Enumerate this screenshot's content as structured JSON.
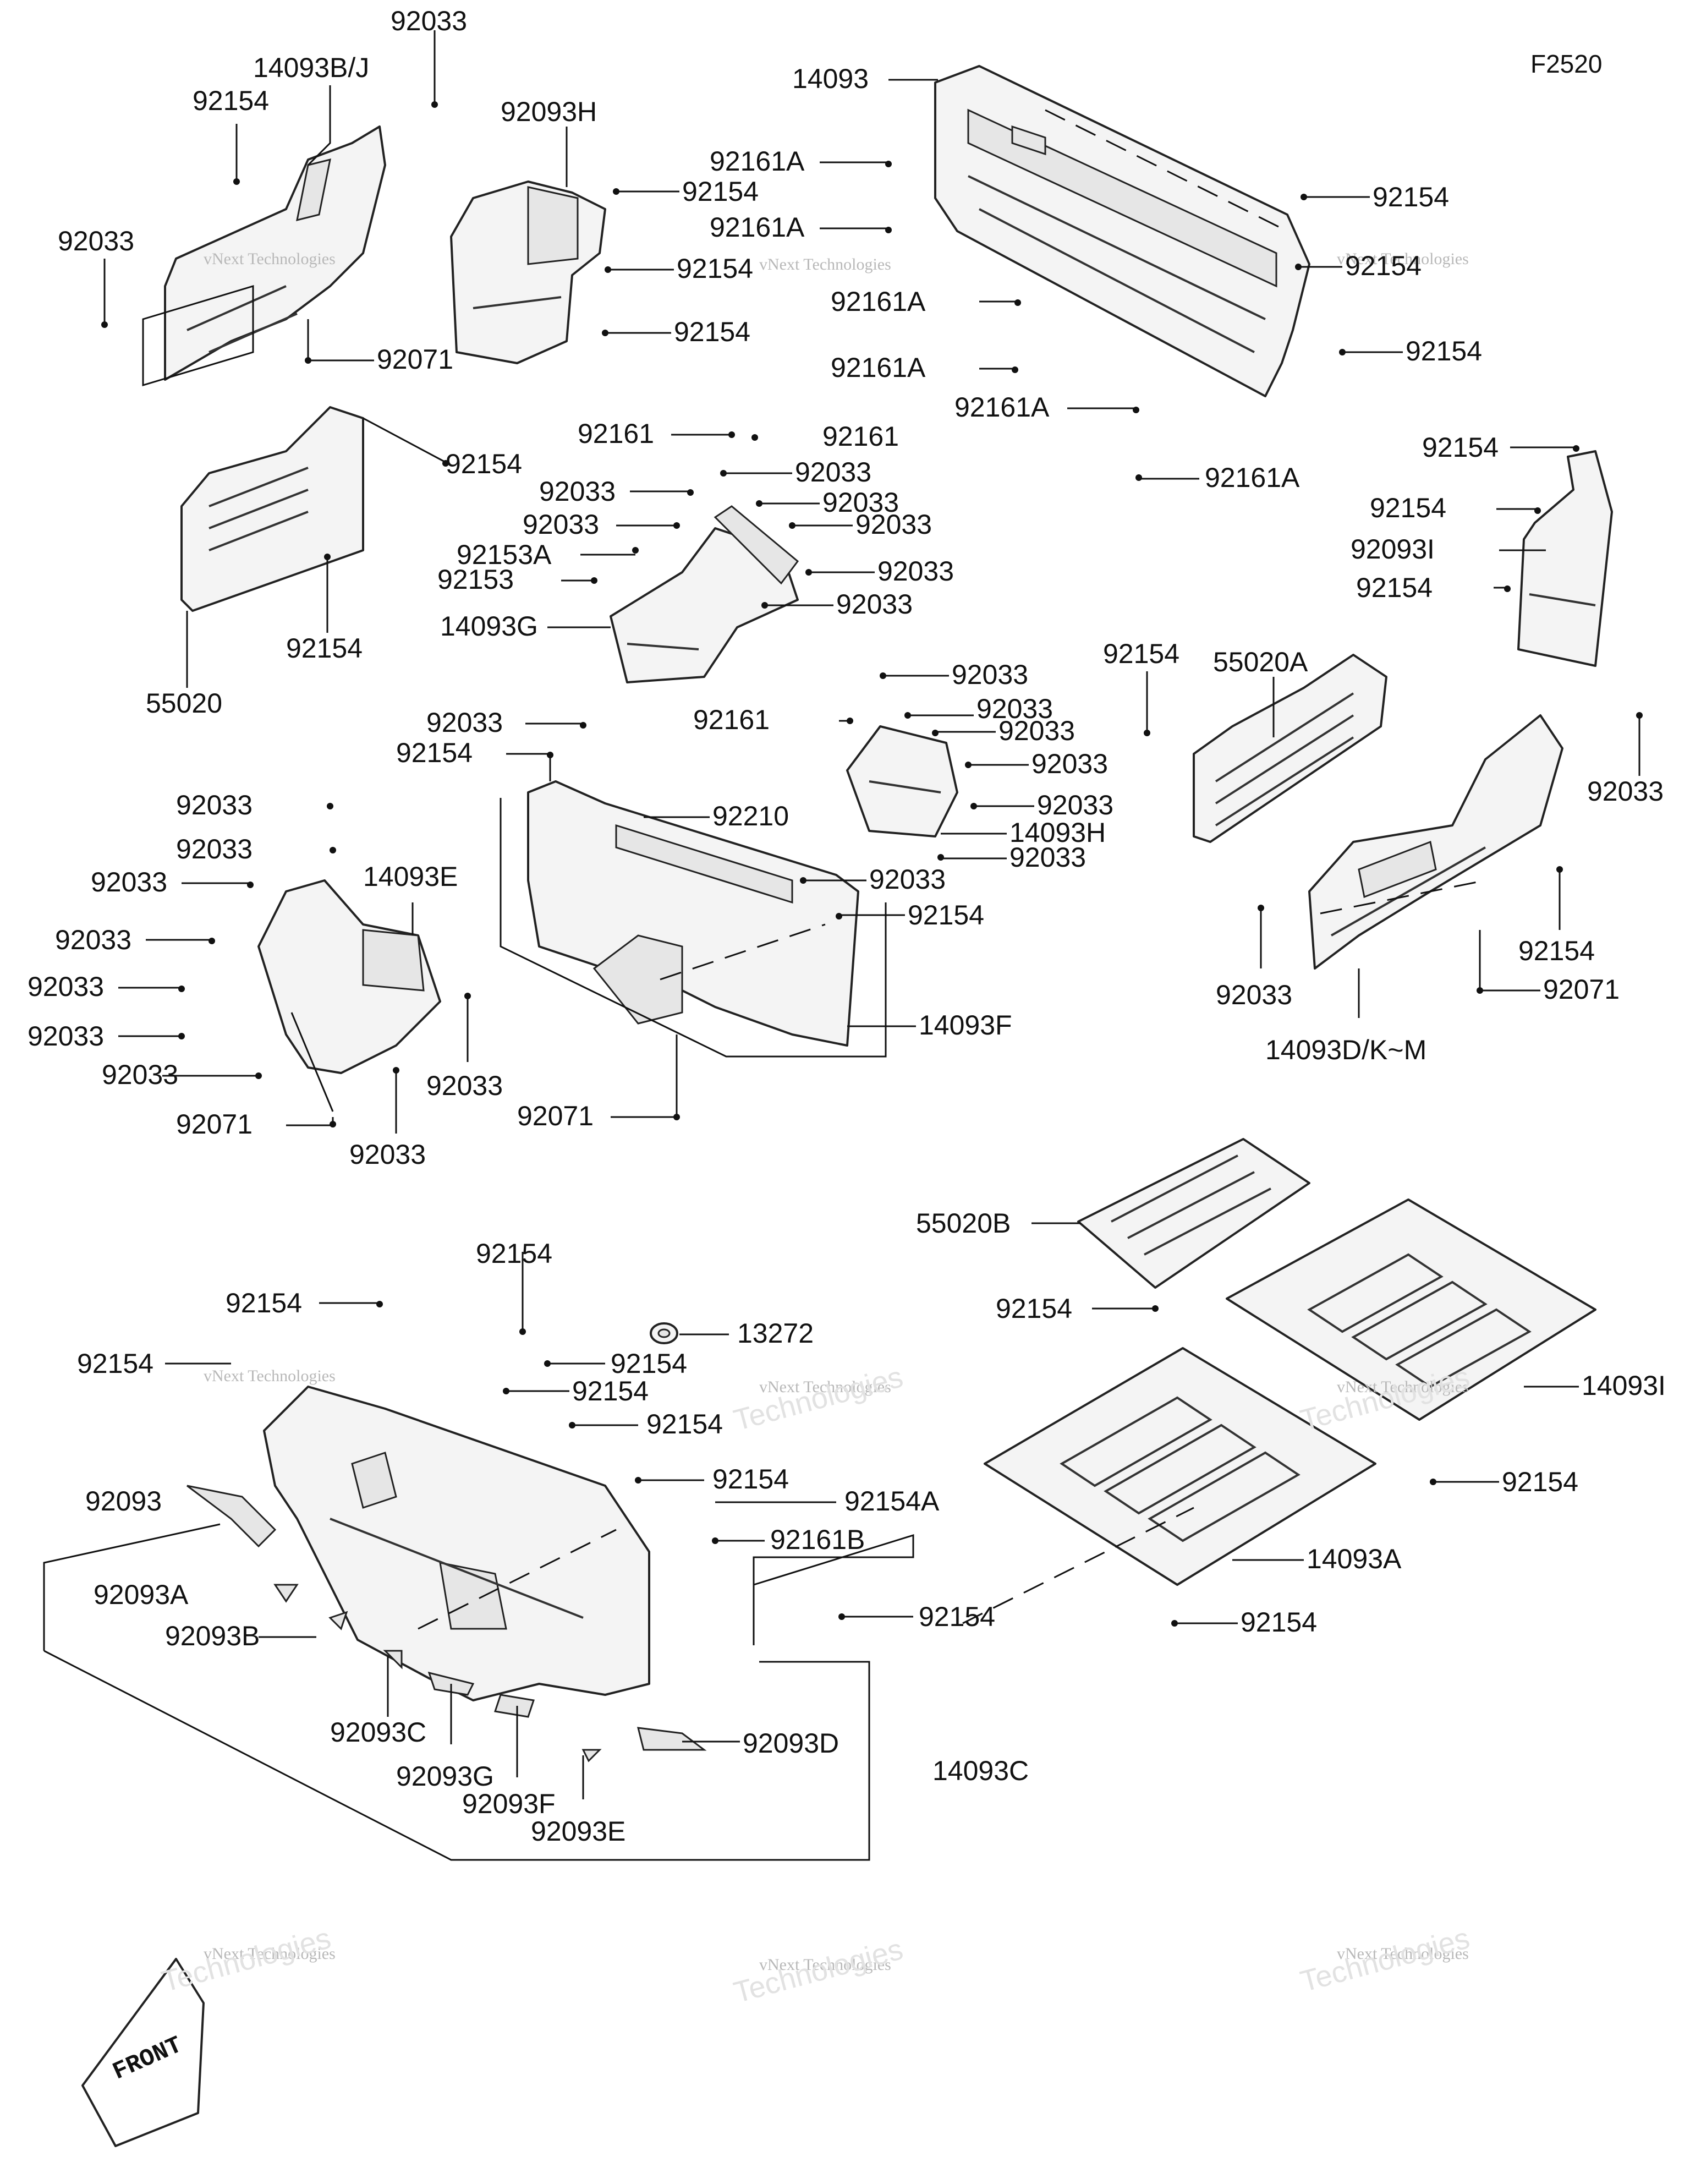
{
  "figure_ref": "F2520",
  "front_label": "FRONT",
  "watermark": {
    "line1": "vNext Technologies",
    "line2": "vNext",
    "line3": "Technologies"
  },
  "labels": [
    {
      "id": "l01",
      "text": "92033"
    },
    {
      "id": "l02",
      "text": "14093B/J"
    },
    {
      "id": "l03",
      "text": "92154"
    },
    {
      "id": "l04",
      "text": "92033"
    },
    {
      "id": "l05",
      "text": "92071"
    },
    {
      "id": "l06",
      "text": "92093H"
    },
    {
      "id": "l07",
      "text": "92154"
    },
    {
      "id": "l08",
      "text": "92154"
    },
    {
      "id": "l09",
      "text": "92154"
    },
    {
      "id": "l10",
      "text": "14093"
    },
    {
      "id": "l11",
      "text": "92161A"
    },
    {
      "id": "l12",
      "text": "92161A"
    },
    {
      "id": "l13",
      "text": "92161A"
    },
    {
      "id": "l14",
      "text": "92161A"
    },
    {
      "id": "l15",
      "text": "92161A"
    },
    {
      "id": "l16",
      "text": "92161A"
    },
    {
      "id": "l17",
      "text": "92154"
    },
    {
      "id": "l18",
      "text": "92154"
    },
    {
      "id": "l19",
      "text": "92154"
    },
    {
      "id": "l20",
      "text": "92154"
    },
    {
      "id": "l21",
      "text": "92154"
    },
    {
      "id": "l22",
      "text": "92093I"
    },
    {
      "id": "l23",
      "text": "92154"
    },
    {
      "id": "l24",
      "text": "92154"
    },
    {
      "id": "l25",
      "text": "92154"
    },
    {
      "id": "l26",
      "text": "55020"
    },
    {
      "id": "l27",
      "text": "92161"
    },
    {
      "id": "l28",
      "text": "92161"
    },
    {
      "id": "l29",
      "text": "92033"
    },
    {
      "id": "l30",
      "text": "92033"
    },
    {
      "id": "l31",
      "text": "92033"
    },
    {
      "id": "l32",
      "text": "92033"
    },
    {
      "id": "l33",
      "text": "92033"
    },
    {
      "id": "l34",
      "text": "92153A"
    },
    {
      "id": "l35",
      "text": "92033"
    },
    {
      "id": "l36",
      "text": "92153"
    },
    {
      "id": "l37",
      "text": "92033"
    },
    {
      "id": "l38",
      "text": "14093G"
    },
    {
      "id": "l39",
      "text": "92154"
    },
    {
      "id": "l40",
      "text": "55020A"
    },
    {
      "id": "l41",
      "text": "92033"
    },
    {
      "id": "l42",
      "text": "92161"
    },
    {
      "id": "l43",
      "text": "92033"
    },
    {
      "id": "l44",
      "text": "92033"
    },
    {
      "id": "l45",
      "text": "92033"
    },
    {
      "id": "l46",
      "text": "92033"
    },
    {
      "id": "l47",
      "text": "14093H"
    },
    {
      "id": "l48",
      "text": "92033"
    },
    {
      "id": "l49",
      "text": "92033"
    },
    {
      "id": "l50",
      "text": "92033"
    },
    {
      "id": "l51",
      "text": "92154"
    },
    {
      "id": "l52",
      "text": "92210"
    },
    {
      "id": "l53",
      "text": "92033"
    },
    {
      "id": "l54",
      "text": "92154"
    },
    {
      "id": "l55",
      "text": "14093F"
    },
    {
      "id": "l56",
      "text": "92071"
    },
    {
      "id": "l57",
      "text": "92033"
    },
    {
      "id": "l58",
      "text": "92033"
    },
    {
      "id": "l59",
      "text": "14093E"
    },
    {
      "id": "l60",
      "text": "92033"
    },
    {
      "id": "l61",
      "text": "92033"
    },
    {
      "id": "l62",
      "text": "92033"
    },
    {
      "id": "l63",
      "text": "92033"
    },
    {
      "id": "l64",
      "text": "92033"
    },
    {
      "id": "l65",
      "text": "92033"
    },
    {
      "id": "l66",
      "text": "92071"
    },
    {
      "id": "l67",
      "text": "92033"
    },
    {
      "id": "l68",
      "text": "92154"
    },
    {
      "id": "l69",
      "text": "92033"
    },
    {
      "id": "l70",
      "text": "92071"
    },
    {
      "id": "l71",
      "text": "14093D/K~M"
    },
    {
      "id": "l72",
      "text": "55020B"
    },
    {
      "id": "l73",
      "text": "92154"
    },
    {
      "id": "l74",
      "text": "14093I"
    },
    {
      "id": "l75",
      "text": "92154"
    },
    {
      "id": "l76",
      "text": "14093A"
    },
    {
      "id": "l77",
      "text": "92154"
    },
    {
      "id": "l78",
      "text": "92154"
    },
    {
      "id": "l79",
      "text": "92154"
    },
    {
      "id": "l80",
      "text": "13272"
    },
    {
      "id": "l81",
      "text": "92154"
    },
    {
      "id": "l82",
      "text": "92154"
    },
    {
      "id": "l83",
      "text": "92154"
    },
    {
      "id": "l84",
      "text": "92154"
    },
    {
      "id": "l85",
      "text": "92154"
    },
    {
      "id": "l86",
      "text": "92154A"
    },
    {
      "id": "l87",
      "text": "92093"
    },
    {
      "id": "l88",
      "text": "92161B"
    },
    {
      "id": "l89",
      "text": "92093A"
    },
    {
      "id": "l90",
      "text": "92093B"
    },
    {
      "id": "l91",
      "text": "92154"
    },
    {
      "id": "l92",
      "text": "92093C"
    },
    {
      "id": "l93",
      "text": "92093D"
    },
    {
      "id": "l94",
      "text": "92093G"
    },
    {
      "id": "l95",
      "text": "14093C"
    },
    {
      "id": "l96",
      "text": "92093F"
    },
    {
      "id": "l97",
      "text": "92093E"
    }
  ]
}
